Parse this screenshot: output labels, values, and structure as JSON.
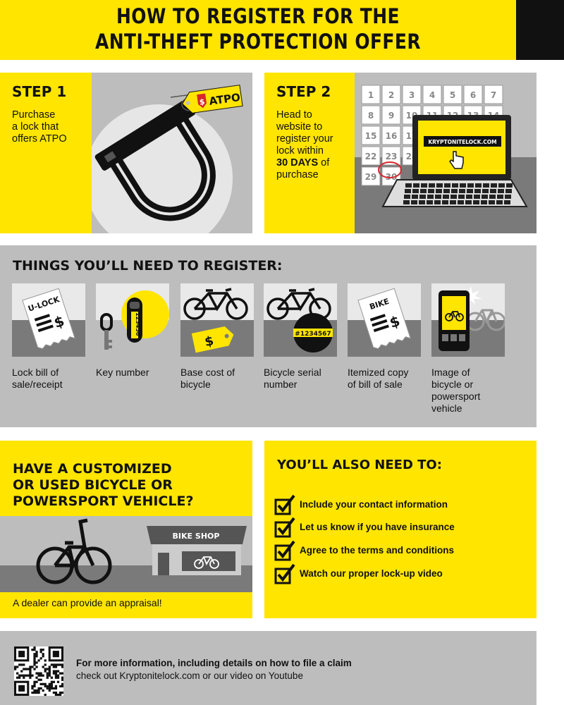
{
  "header": {
    "title_line1": "HOW TO REGISTER FOR THE",
    "title_line2": "ANTI-THEFT PROTECTION OFFER"
  },
  "step1": {
    "title": "STEP 1",
    "body_lines": [
      "Purchase",
      "a lock that",
      "offers ATPO"
    ],
    "tag_label": "ATPO",
    "tag_symbol": "$"
  },
  "step2": {
    "title": "STEP 2",
    "body_lines": [
      "Head to",
      "website to",
      "register your",
      "lock within"
    ],
    "body_bold": "30 DAYS",
    "body_after_bold": " of",
    "body_last": "purchase",
    "calendar_days": [
      "1",
      "2",
      "3",
      "4",
      "5",
      "6",
      "7",
      "8",
      "9",
      "10",
      "11",
      "12",
      "13",
      "14",
      "15",
      "16",
      "17",
      "22",
      "23",
      "24",
      "29",
      "30"
    ],
    "website": "KRYPTONITELOCK.COM"
  },
  "needs": {
    "title": "THINGS YOU’LL NEED TO REGISTER:",
    "items": [
      {
        "caption_lines": [
          "Lock bill of",
          "sale/receipt"
        ],
        "receipt_label": "U-LOCK",
        "symbol": "$"
      },
      {
        "caption_lines": [
          "Key number"
        ],
        "key_number": "123456"
      },
      {
        "caption_lines": [
          "Base cost of",
          "bicycle"
        ],
        "symbol": "$"
      },
      {
        "caption_lines": [
          "Bicycle serial",
          "number"
        ],
        "serial": "#1234567"
      },
      {
        "caption_lines": [
          "Itemized copy",
          "of bill of sale"
        ],
        "receipt_label": "BIKE",
        "symbol": "$"
      },
      {
        "caption_lines": [
          "Image of",
          "bicycle or",
          "powersport",
          "vehicle"
        ]
      }
    ]
  },
  "custom": {
    "title_lines": [
      "HAVE A CUSTOMIZED",
      "OR USED BICYCLE OR",
      "POWERSPORT VEHICLE?"
    ],
    "shop_sign": "BIKE SHOP",
    "note": "A dealer can provide an appraisal!"
  },
  "also": {
    "title": "YOU’LL ALSO NEED TO:",
    "items": [
      "Include your contact information",
      "Let us know if you have insurance",
      "Agree to the terms and conditions",
      "Watch our proper lock-up video"
    ]
  },
  "footer": {
    "line1": "For more information, including details on how to file a claim",
    "line2": "check out Kryptonitelock.com or our video on Youtube"
  },
  "colors": {
    "accent": "#ffe500",
    "panel": "#bdbdbd",
    "ink": "#111111",
    "mark": "#d7262e"
  }
}
